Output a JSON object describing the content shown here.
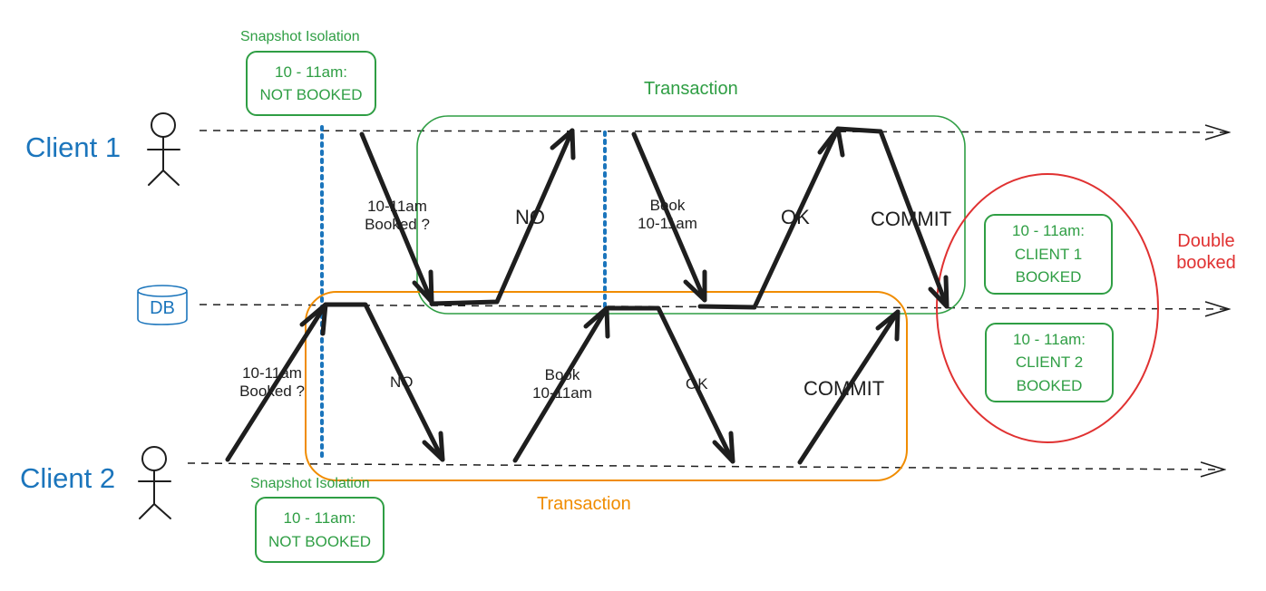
{
  "actors": {
    "client1": "Client 1",
    "client2": "Client 2",
    "db": "DB"
  },
  "snapshot_top": {
    "title": "Snapshot Isolation",
    "box_line1": "10 - 11am:",
    "box_line2": "NOT BOOKED"
  },
  "snapshot_bottom": {
    "title": "Snapshot Isolation",
    "box_line1": "10 - 11am:",
    "box_line2": "NOT BOOKED"
  },
  "transaction_client1": "Transaction",
  "transaction_client2": "Transaction",
  "client1_messages": {
    "query": [
      "10-11am",
      "Booked ?"
    ],
    "no": "NO",
    "book": [
      "Book",
      "10-11am"
    ],
    "ok": "OK",
    "commit": "COMMIT"
  },
  "client2_messages": {
    "query": [
      "10-11am",
      "Booked ?"
    ],
    "no": "NO",
    "book": [
      "Book",
      "10-11am"
    ],
    "ok": "OK",
    "commit": "COMMIT"
  },
  "result": {
    "label_line1": "Double",
    "label_line2": "booked",
    "client1_box": [
      "10 - 11am:",
      "CLIENT 1",
      "BOOKED"
    ],
    "client2_box": [
      "10 - 11am:",
      "CLIENT 2",
      "BOOKED"
    ]
  },
  "colors": {
    "actor": "#1b75bc",
    "transaction_client1": "#2f9e44",
    "transaction_client2": "#f08c00",
    "double_booked": "#e03131",
    "snapshot_marker": "#1b75bc"
  }
}
